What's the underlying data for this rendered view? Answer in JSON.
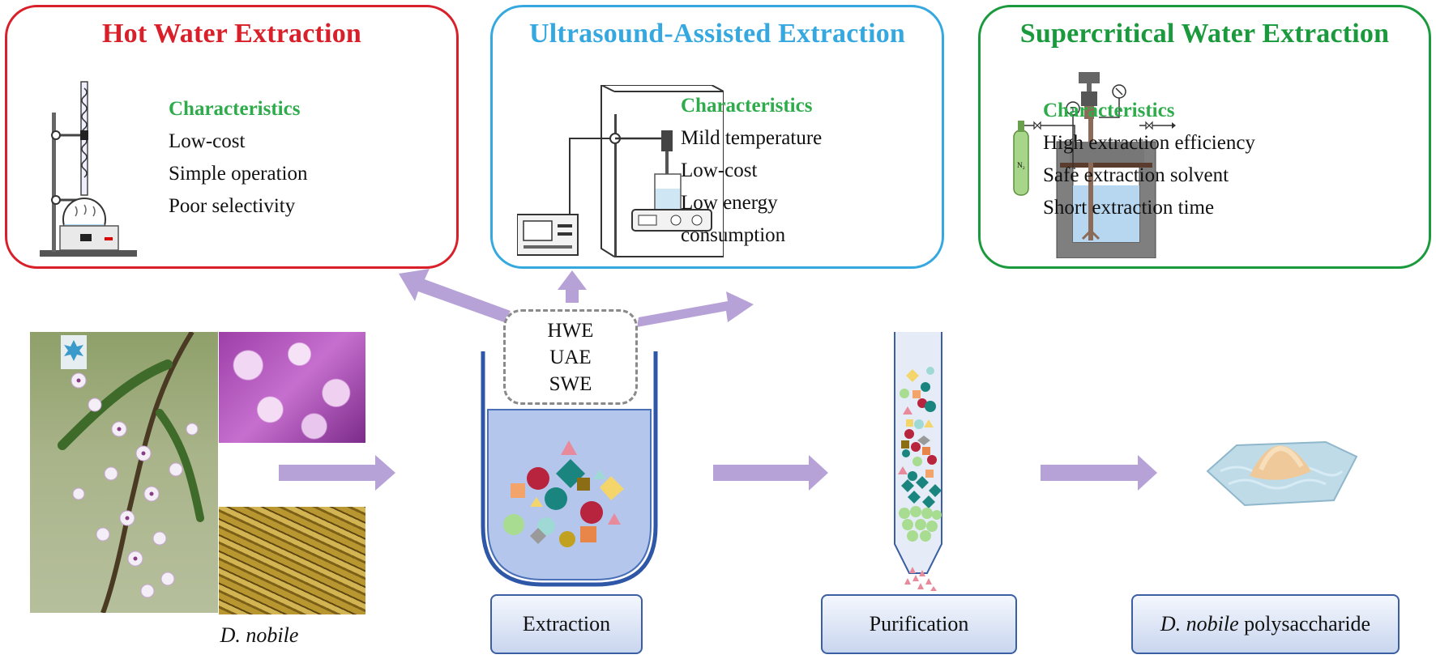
{
  "panels": [
    {
      "title": "Hot Water Extraction",
      "color": "#d9202a",
      "characteristics_heading": "Characteristics",
      "items": [
        "Low-cost",
        "Simple operation",
        "Poor selectivity"
      ]
    },
    {
      "title": "Ultrasound-Assisted Extraction",
      "color": "#35a8e0",
      "characteristics_heading": "Characteristics",
      "items": [
        "Mild temperature",
        "Low-cost",
        "Low energy",
        "consumption"
      ]
    },
    {
      "title": "Supercritical Water Extraction",
      "color": "#1a9a3c",
      "characteristics_heading": "Characteristics",
      "items": [
        "High extraction efficiency",
        "Safe extraction solvent",
        "Short extraction time"
      ]
    }
  ],
  "methods": [
    "HWE",
    "UAE",
    "SWE"
  ],
  "n2_label": "N₂",
  "thermo_label": "T",
  "source_caption_italic": "D. nobile",
  "steps": {
    "extraction": "Extraction",
    "purification": "Purification",
    "product_italic": "D. nobile",
    "product_rest": " polysaccharide"
  },
  "colors": {
    "arrow": "#b7a2d8",
    "beaker_border": "#2f57a8",
    "liquid": "#b5c6ec",
    "heading_green": "#2eab4a"
  }
}
